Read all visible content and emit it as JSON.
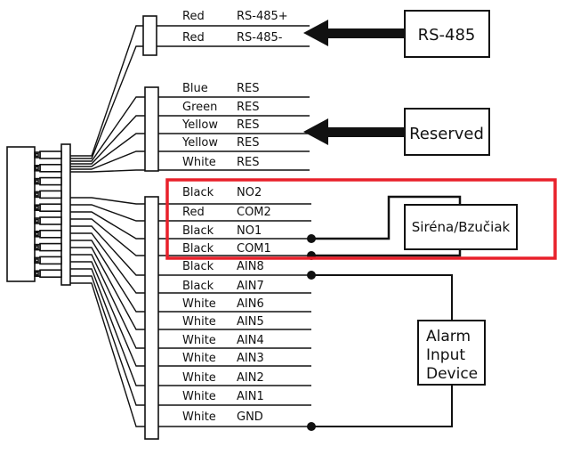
{
  "rs485_group": {
    "wires": [
      {
        "color": "Red",
        "signal": "RS-485+"
      },
      {
        "color": "Red",
        "signal": "RS-485-"
      }
    ],
    "device_label": "RS-485"
  },
  "reserved_group": {
    "wires": [
      {
        "color": "Blue",
        "signal": "RES"
      },
      {
        "color": "Green",
        "signal": "RES"
      },
      {
        "color": "Yellow",
        "signal": "RES"
      },
      {
        "color": "Yellow",
        "signal": "RES"
      },
      {
        "color": "White",
        "signal": "RES"
      }
    ],
    "device_label": "Reserved"
  },
  "io_group": {
    "wires": [
      {
        "color": "Black",
        "signal": "NO2"
      },
      {
        "color": "Red",
        "signal": "COM2"
      },
      {
        "color": "Black",
        "signal": "NO1"
      },
      {
        "color": "Black",
        "signal": "COM1"
      },
      {
        "color": "Black",
        "signal": "AIN8"
      },
      {
        "color": "Black",
        "signal": "AIN7"
      },
      {
        "color": "White",
        "signal": "AIN6"
      },
      {
        "color": "White",
        "signal": "AIN5"
      },
      {
        "color": "White",
        "signal": "AIN4"
      },
      {
        "color": "White",
        "signal": "AIN3"
      },
      {
        "color": "White",
        "signal": "AIN2"
      },
      {
        "color": "White",
        "signal": "AIN1"
      },
      {
        "color": "White",
        "signal": "GND"
      }
    ]
  },
  "siren_device": {
    "label": "Siréna/Bzučiak"
  },
  "alarm_device": {
    "label_lines": [
      "Alarm",
      "Input",
      "Device"
    ]
  },
  "colors": {
    "highlight": "#e8202a",
    "line": "#111111"
  }
}
